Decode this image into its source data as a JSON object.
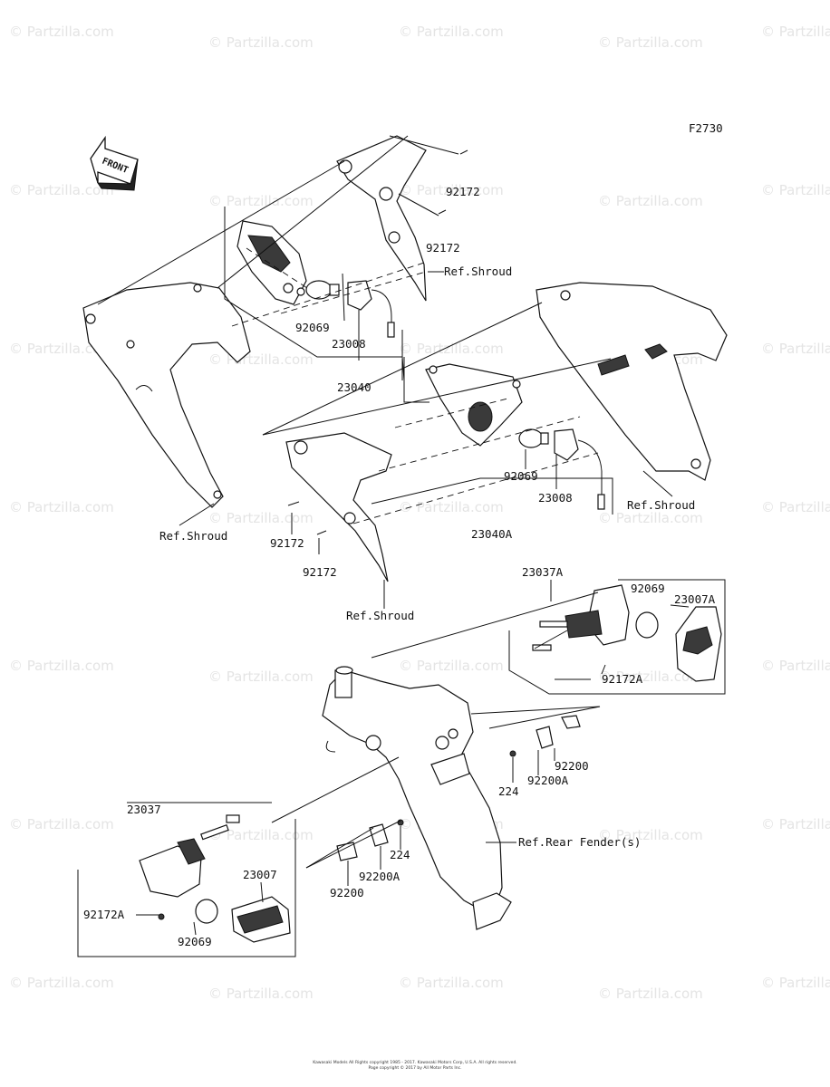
{
  "figure_code": "F2730",
  "front_label": "FRONT",
  "watermark_text": "© Partzilla.com",
  "labels": [
    "92172",
    "92172",
    "Ref.Shroud",
    "92069",
    "23008",
    "23040",
    "92069",
    "23008",
    "Ref.Shroud",
    "Ref.Shroud",
    "92172",
    "23040A",
    "92172",
    "23037A",
    "92069",
    "23007A",
    "Ref.Shroud",
    "92172A",
    "92200",
    "92200A",
    "224",
    "23037",
    "Ref.Rear Fender(s)",
    "224",
    "23007",
    "92200A",
    "92200",
    "92172A",
    "92069"
  ],
  "footer": {
    "line1": "Kawasaki Models All Rights copyright 1985 - 2017. Kawasaki Motors Corp, U.S.A. All rights reserved.",
    "line2": "Page copyright © 2017 by All Motor Parts Inc."
  }
}
